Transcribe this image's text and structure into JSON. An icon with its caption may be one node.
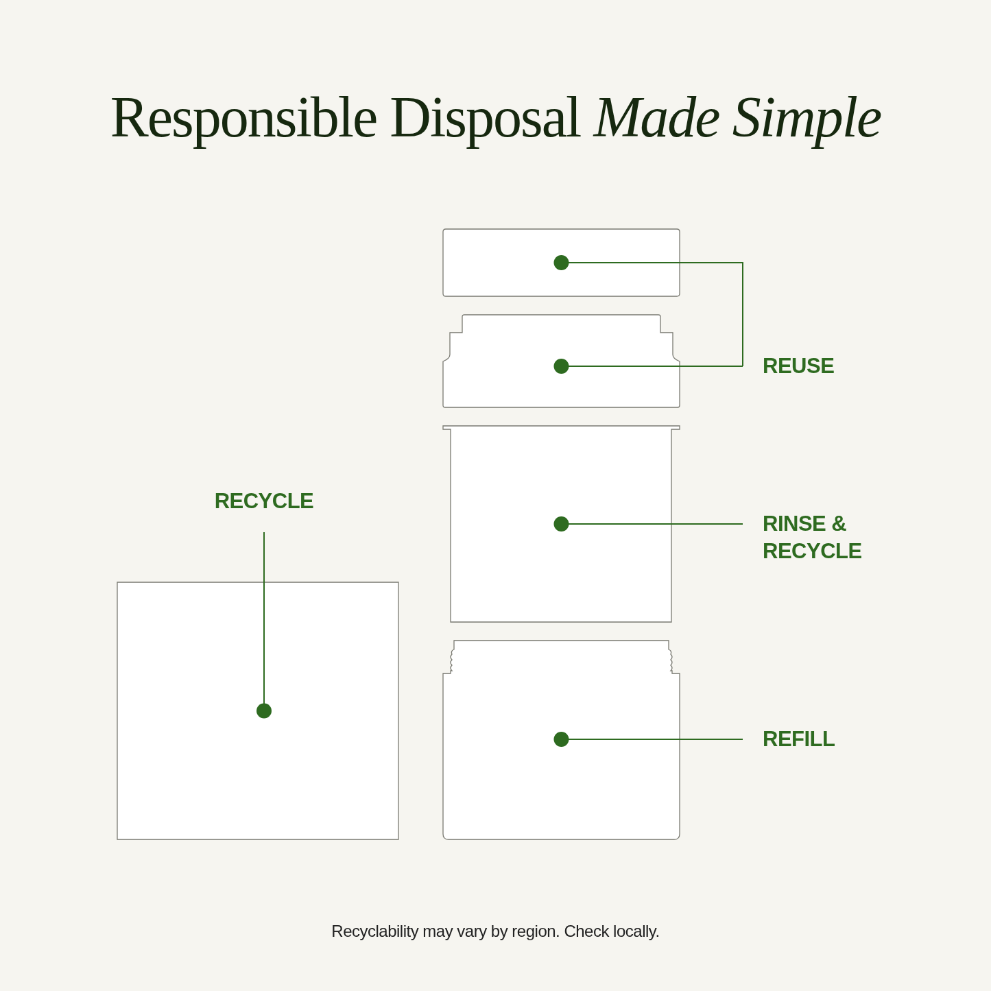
{
  "diagram": {
    "title": "Responsible Disposal *Made Simple*",
    "caption": "Recyclability may vary by region. Check locally.",
    "nodes": [
      {
        "text": [
          "REUSE"
        ]
      },
      {
        "text": [
          "RINSE & RECYCLE"
        ]
      },
      {
        "text": [
          "REFILL"
        ]
      },
      {
        "text": [
          "RECYCLE"
        ]
      },
      {
        "text": [],
        "shape": "box"
      },
      {
        "text": [],
        "shape": "box"
      },
      {
        "text": [],
        "shape": "box"
      },
      {
        "text": [],
        "shape": "box"
      },
      {
        "text": [],
        "shape": "box"
      }
    ],
    "edges": [
      {
        "from": 0,
        "to": 4,
        "arrow": "other"
      },
      {
        "from": 0,
        "to": 5,
        "arrow": "other"
      },
      {
        "from": 1,
        "to": 6,
        "arrow": "other"
      },
      {
        "from": 2,
        "to": 7,
        "arrow": "other"
      },
      {
        "from": 3,
        "to": 8,
        "arrow": "other"
      }
    ]
  }
}
